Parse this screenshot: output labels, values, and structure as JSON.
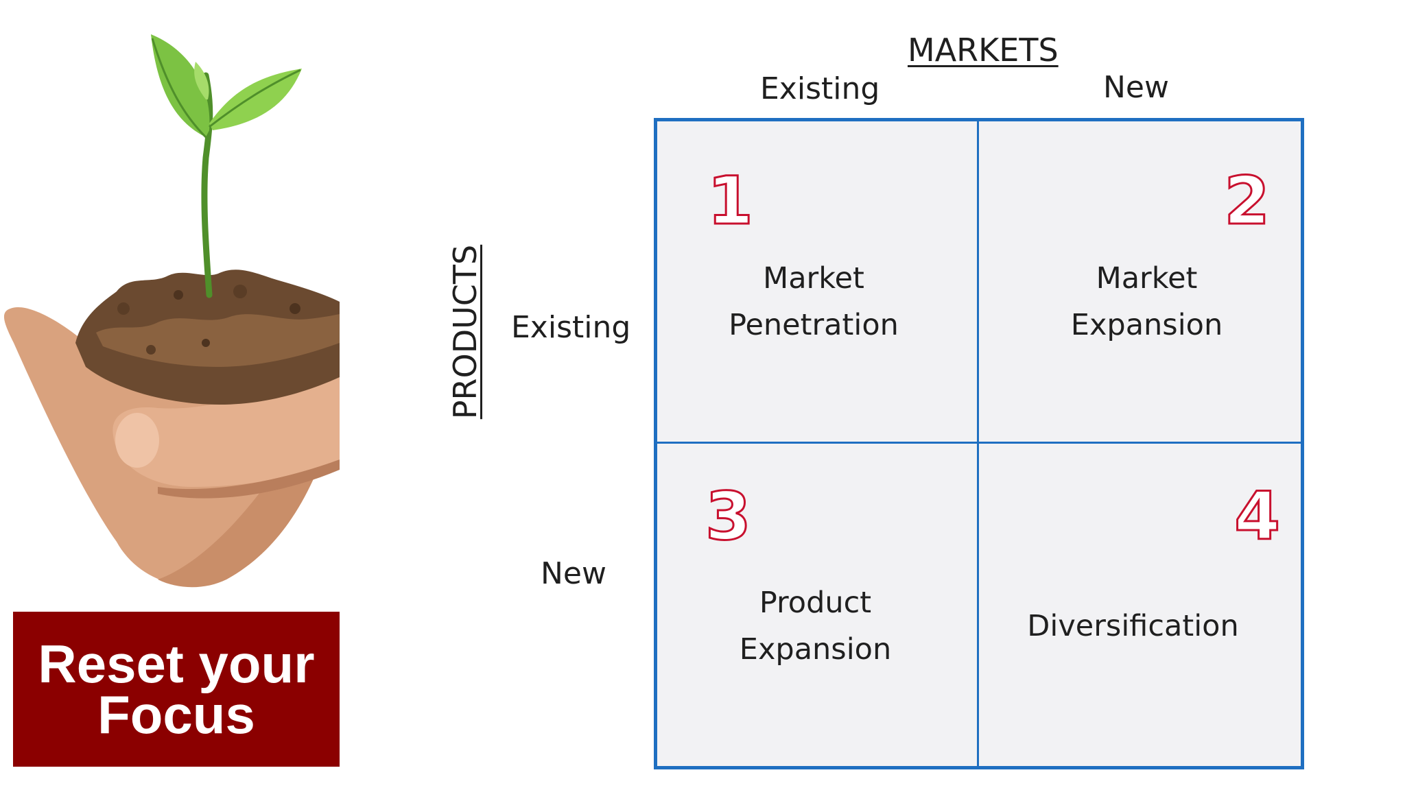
{
  "banner": {
    "line1": "Reset your",
    "line2": "Focus"
  },
  "illustration": {
    "icon": "seedling-in-hand-icon"
  },
  "matrix": {
    "markets_title": "MARKETS",
    "products_title": "PRODUCTS",
    "columns": [
      "Existing",
      "New"
    ],
    "rows": [
      "Existing",
      "New"
    ],
    "cells": [
      {
        "number": "1",
        "line1": "Market",
        "line2": "Penetration"
      },
      {
        "number": "2",
        "line1": "Market",
        "line2": "Expansion"
      },
      {
        "number": "3",
        "line1": "Product",
        "line2": "Expansion"
      },
      {
        "number": "4",
        "line1": "Diversification",
        "line2": ""
      }
    ]
  },
  "colors": {
    "grid_border": "#1f6fc1",
    "number_outline": "#c8102e",
    "banner_bg": "#8b0000"
  }
}
